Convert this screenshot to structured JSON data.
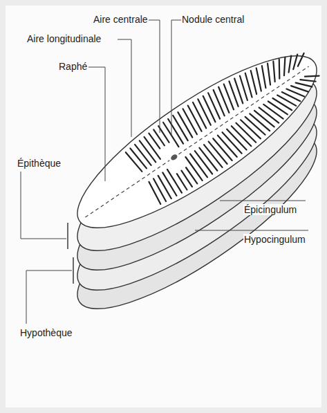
{
  "diagram": {
    "labels": [
      "Aire centrale",
      "Nodule central",
      "Aire longitudinale",
      "Raphé",
      "Épithèque",
      "Épicingulum",
      "Hypocingulum",
      "Hypothèque"
    ]
  }
}
